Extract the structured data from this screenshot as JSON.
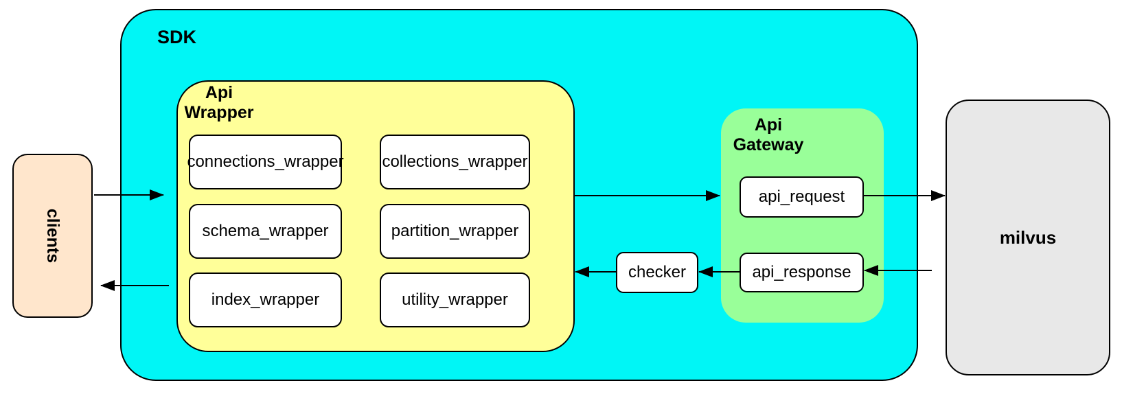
{
  "colors": {
    "sdk_fill": "#00F6F6",
    "api_wrapper_fill": "#FFFF99",
    "api_gateway_fill": "#99FF99",
    "clients_fill": "#FFE6CC",
    "milvus_fill": "#E8E8E8",
    "inner_box_fill": "#FFFFFF",
    "line_and_border": "#000000"
  },
  "nodes": {
    "clients": {
      "label": "clients"
    },
    "sdk": {
      "label": "SDK"
    },
    "api_wrapper": {
      "label": "Api\nWrapper",
      "boxes": [
        "connections_wrapper",
        "collections_wrapper",
        "schema_wrapper",
        "partition_wrapper",
        "index_wrapper",
        "utility_wrapper"
      ]
    },
    "api_gateway": {
      "label": "Api\nGateway",
      "boxes": [
        "api_request",
        "api_response"
      ]
    },
    "checker": {
      "label": "checker"
    },
    "milvus": {
      "label": "milvus"
    }
  },
  "edges": [
    {
      "from": "clients",
      "to": "SDK",
      "direction": "right"
    },
    {
      "from": "Api Wrapper",
      "to": "Api Gateway",
      "direction": "right"
    },
    {
      "from": "api_request",
      "to": "milvus",
      "direction": "right"
    },
    {
      "from": "milvus",
      "to": "api_response",
      "direction": "left"
    },
    {
      "from": "api_response",
      "to": "checker",
      "direction": "left"
    },
    {
      "from": "checker",
      "to": "Api Wrapper",
      "direction": "left"
    },
    {
      "from": "SDK",
      "to": "clients",
      "direction": "left"
    }
  ]
}
